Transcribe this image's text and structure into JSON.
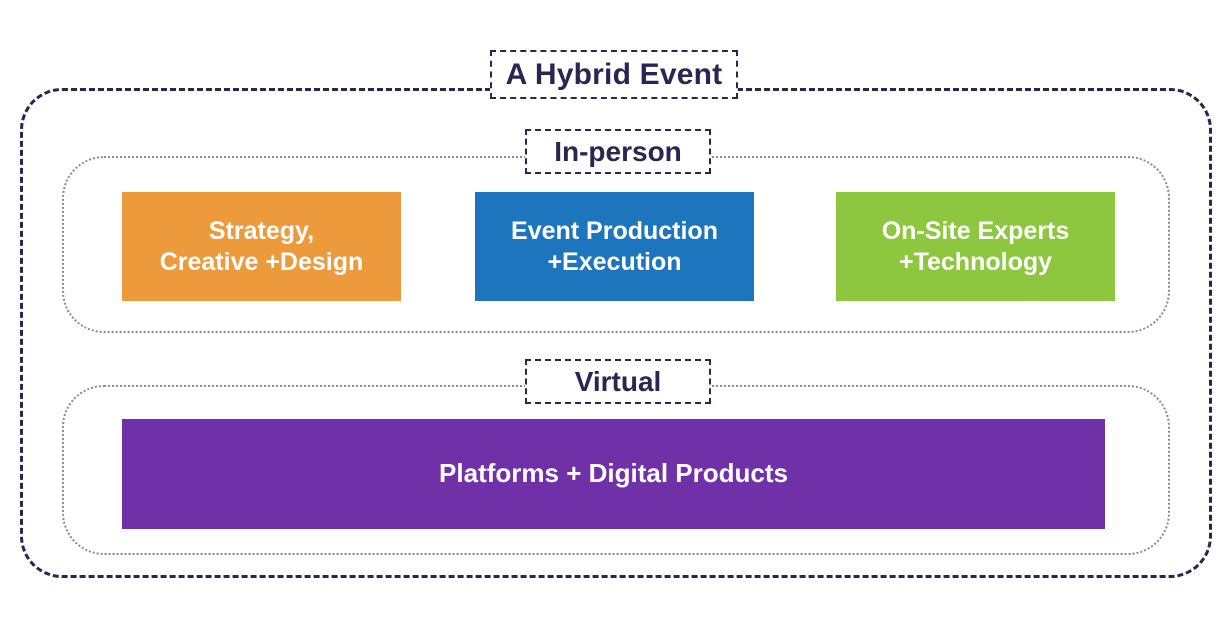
{
  "diagram": {
    "title": "A Hybrid Event",
    "sections": [
      {
        "id": "in-person",
        "label": "In-person",
        "blocks": [
          {
            "id": "strategy",
            "line1": "Strategy,",
            "line2": "Creative +Design",
            "color": "#ec9a3c"
          },
          {
            "id": "event-production",
            "line1": "Event Production",
            "line2": "+Execution",
            "color": "#1d75bd"
          },
          {
            "id": "on-site-experts",
            "line1": "On-Site Experts",
            "line2": "+Technology",
            "color": "#8dc63f"
          }
        ]
      },
      {
        "id": "virtual",
        "label": "Virtual",
        "blocks": [
          {
            "id": "platforms",
            "line1": "Platforms + Digital Products",
            "line2": "",
            "color": "#7030a8"
          }
        ]
      }
    ],
    "colors": {
      "background": "#ffffff",
      "text_dark": "#2a2551",
      "text_light": "#ffffff",
      "outer_border": "#2a2551",
      "panel_border": "#8a8a8a",
      "orange": "#ec9a3c",
      "blue": "#1d75bd",
      "green": "#8dc63f",
      "purple": "#7030a8"
    }
  }
}
